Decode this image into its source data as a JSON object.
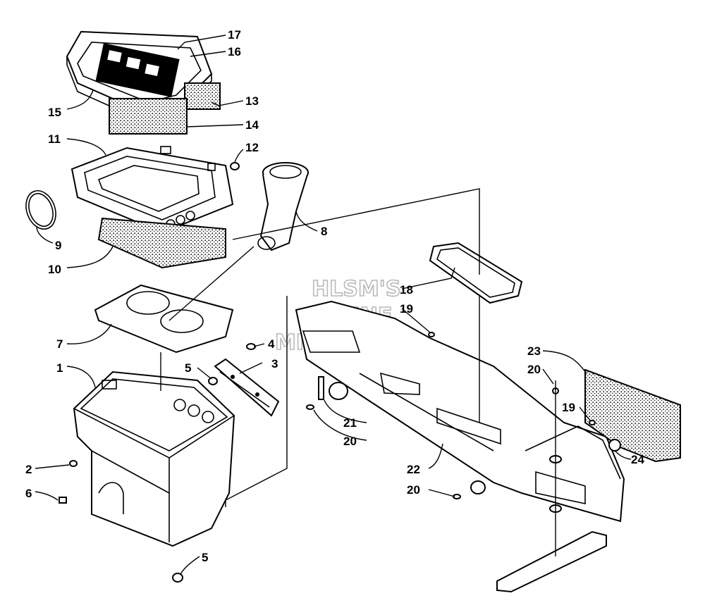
{
  "watermark": {
    "line1": "HLSM'S",
    "line2": "ONLINE",
    "line3": "MICROFICHE"
  },
  "callouts": [
    {
      "id": "c17",
      "text": "17"
    },
    {
      "id": "c16",
      "text": "16"
    },
    {
      "id": "c15",
      "text": "15"
    },
    {
      "id": "c13",
      "text": "13"
    },
    {
      "id": "c14",
      "text": "14"
    },
    {
      "id": "c11",
      "text": "11"
    },
    {
      "id": "c12",
      "text": "12"
    },
    {
      "id": "c9",
      "text": "9"
    },
    {
      "id": "c10",
      "text": "10"
    },
    {
      "id": "c8",
      "text": "8"
    },
    {
      "id": "c7",
      "text": "7"
    },
    {
      "id": "c4",
      "text": "4"
    },
    {
      "id": "c5a",
      "text": "5"
    },
    {
      "id": "c3",
      "text": "3"
    },
    {
      "id": "c1",
      "text": "1"
    },
    {
      "id": "c2",
      "text": "2"
    },
    {
      "id": "c6",
      "text": "6"
    },
    {
      "id": "c5b",
      "text": "5"
    },
    {
      "id": "c18",
      "text": "18"
    },
    {
      "id": "c19a",
      "text": "19"
    },
    {
      "id": "c21",
      "text": "21"
    },
    {
      "id": "c20a",
      "text": "20"
    },
    {
      "id": "c22",
      "text": "22"
    },
    {
      "id": "c20b",
      "text": "20"
    },
    {
      "id": "c23",
      "text": "23"
    },
    {
      "id": "c20c",
      "text": "20"
    },
    {
      "id": "c19b",
      "text": "19"
    },
    {
      "id": "c24",
      "text": "24"
    }
  ]
}
